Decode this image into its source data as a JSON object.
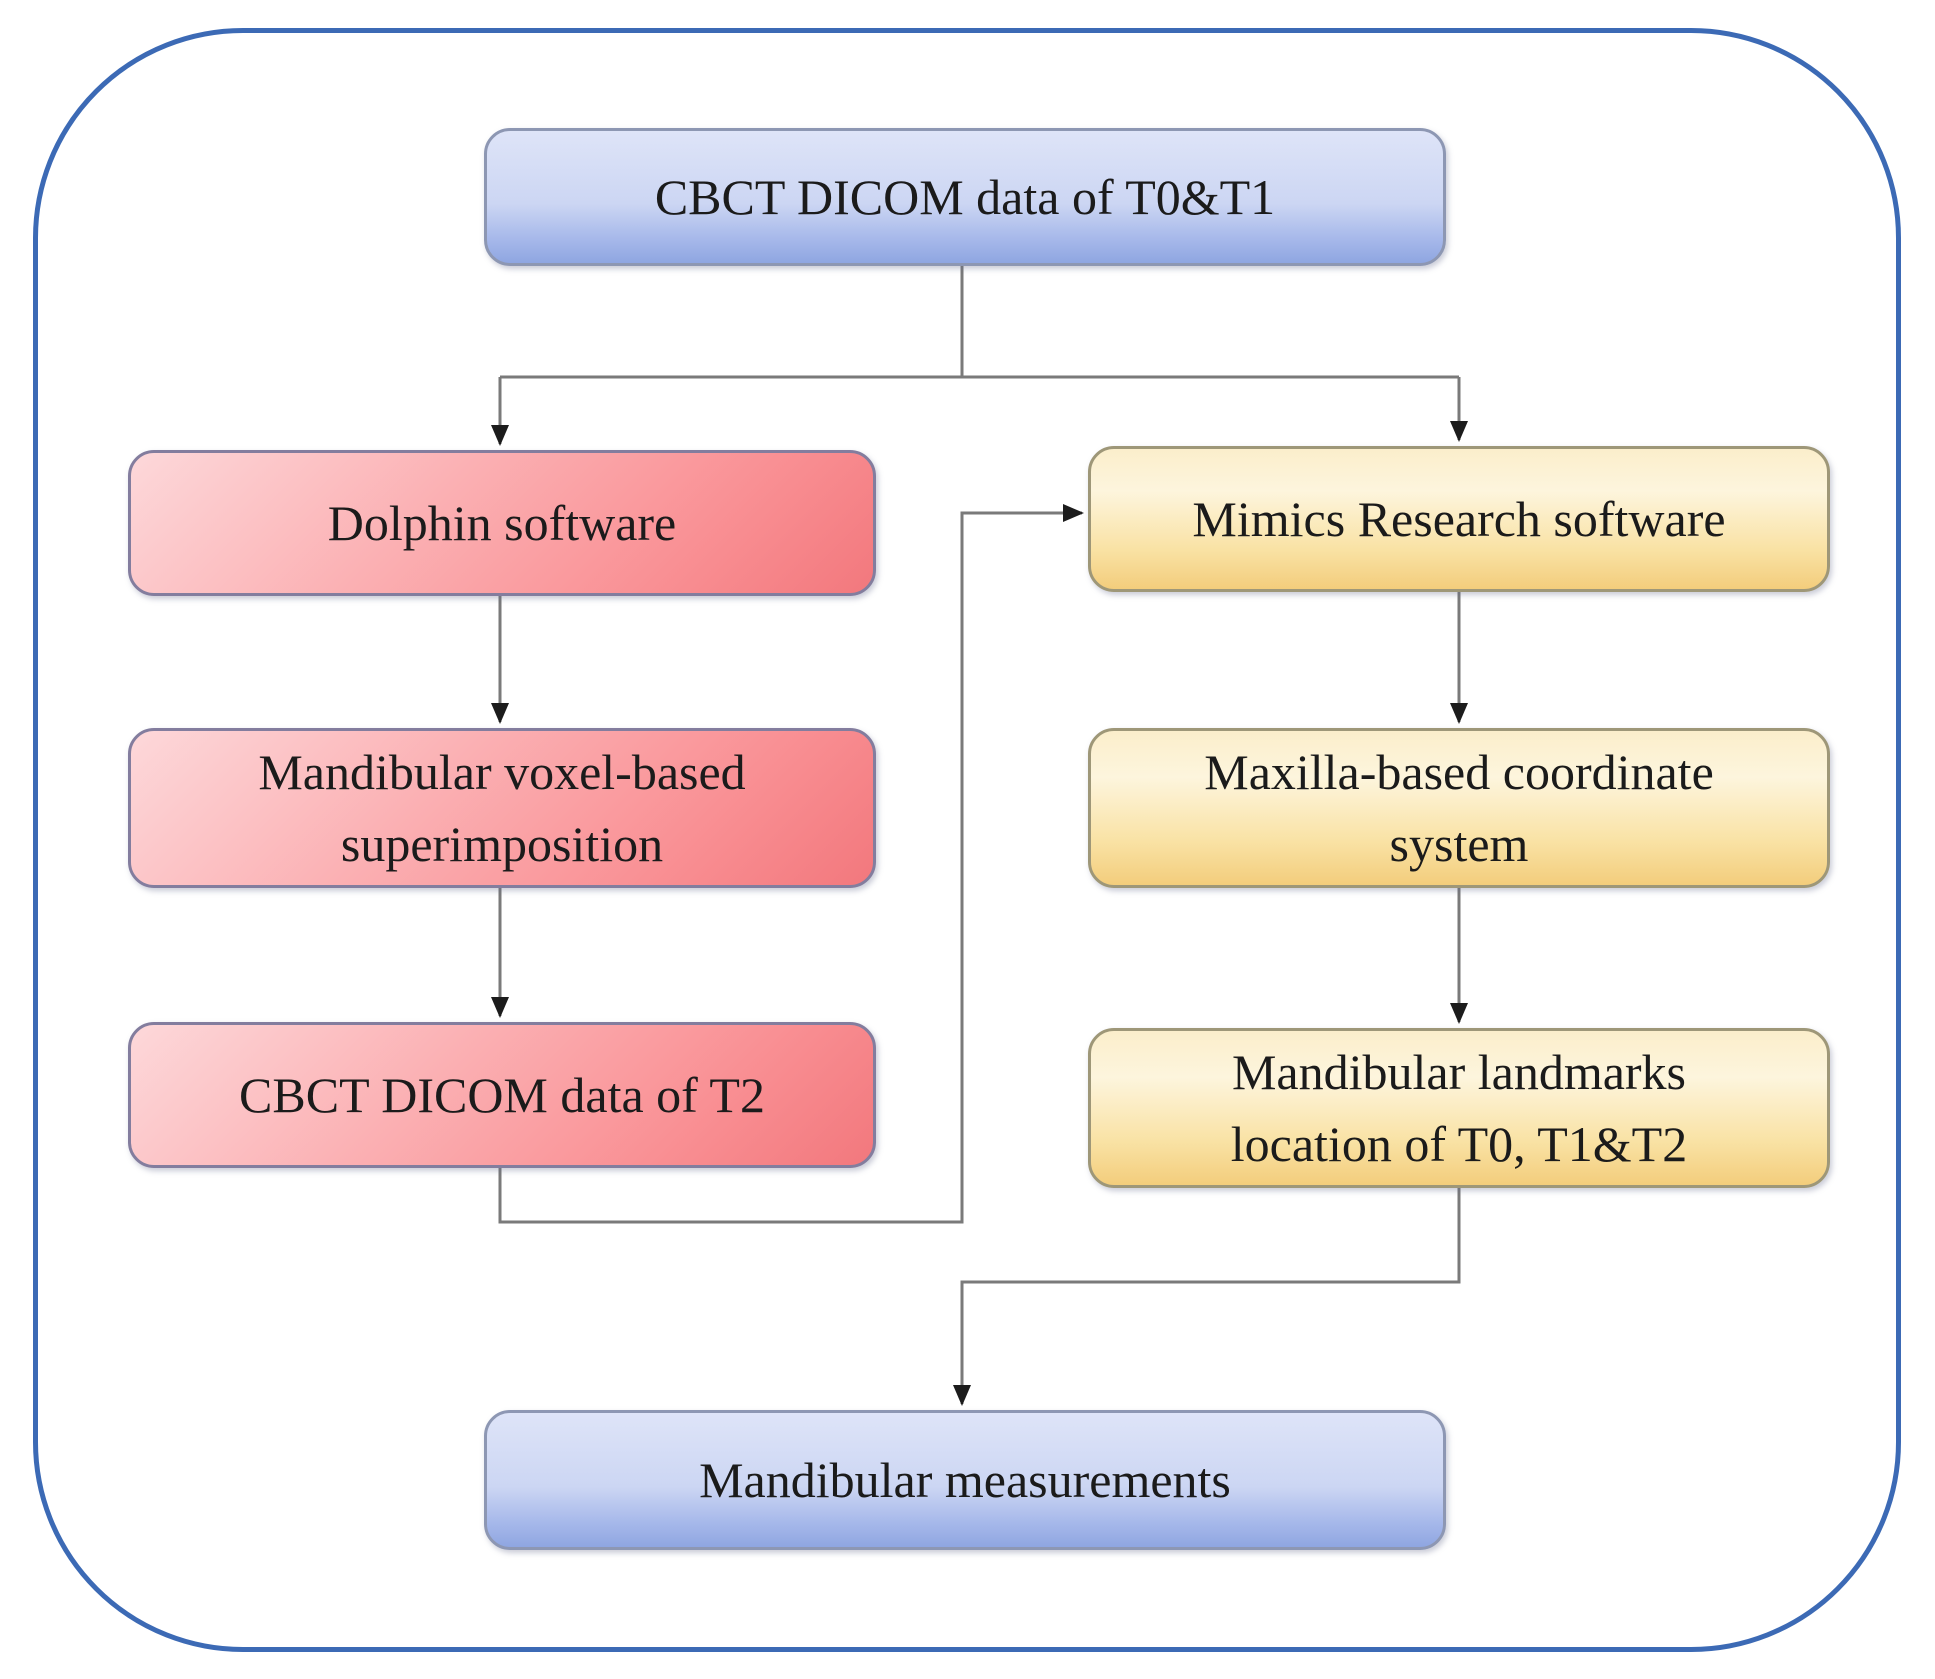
{
  "figure": {
    "type": "flowchart",
    "description": "CBCT workflow diagram"
  },
  "nodes": {
    "cbct_t0t1": {
      "label": "CBCT DICOM data of T0&T1",
      "color_group": "blue"
    },
    "dolphin": {
      "label": "Dolphin software",
      "color_group": "red"
    },
    "mimics": {
      "label": "Mimics Research software",
      "color_group": "yellow"
    },
    "voxel": {
      "label": "Mandibular voxel-based\nsuperimposition",
      "color_group": "red"
    },
    "coordsys": {
      "label": "Maxilla-based coordinate\nsystem",
      "color_group": "yellow"
    },
    "cbct_t2": {
      "label": "CBCT DICOM data of T2",
      "color_group": "red"
    },
    "landmarks": {
      "label": "Mandibular landmarks\nlocation of T0, T1&T2",
      "color_group": "yellow"
    },
    "measurements": {
      "label": "Mandibular measurements",
      "color_group": "blue"
    }
  },
  "edges": [
    {
      "from": "cbct_t0t1",
      "to": "dolphin"
    },
    {
      "from": "cbct_t0t1",
      "to": "mimics"
    },
    {
      "from": "dolphin",
      "to": "voxel"
    },
    {
      "from": "voxel",
      "to": "cbct_t2"
    },
    {
      "from": "cbct_t2",
      "to": "mimics"
    },
    {
      "from": "mimics",
      "to": "coordsys"
    },
    {
      "from": "coordsys",
      "to": "landmarks"
    },
    {
      "from": "landmarks",
      "to": "measurements"
    }
  ],
  "palette": {
    "outer_border": "#3c6ab5",
    "blue_box_top": "#dee4f8",
    "blue_box_bottom": "#8fa6e1",
    "red_box_light": "#fdd8da",
    "red_box_dark": "#f2787d",
    "yellow_box_light": "#fdf5dd",
    "yellow_box_dark": "#f3cd7c",
    "connector_line": "#7a7a7a",
    "arrowhead": "#1c1c1c",
    "text": "#1b1b1b"
  }
}
